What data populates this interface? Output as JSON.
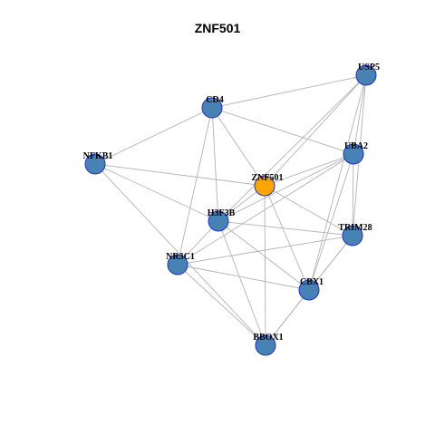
{
  "title": "ZNF501",
  "colors": {
    "node_fill": "#4682b4",
    "center_fill": "#ffa500",
    "node_border": "#1f2fd0",
    "edge": "#b3b3b3"
  },
  "nodes": [
    {
      "id": "ZNF501",
      "center": true
    },
    {
      "id": "USP5"
    },
    {
      "id": "CD4"
    },
    {
      "id": "UBA2"
    },
    {
      "id": "NFKB1"
    },
    {
      "id": "H3F3B"
    },
    {
      "id": "TRIM28"
    },
    {
      "id": "NR3C1"
    },
    {
      "id": "CBX1"
    },
    {
      "id": "BBOX1"
    }
  ],
  "edges": [
    [
      "USP5",
      "CD4"
    ],
    [
      "USP5",
      "ZNF501"
    ],
    [
      "USP5",
      "UBA2"
    ],
    [
      "USP5",
      "TRIM28"
    ],
    [
      "USP5",
      "H3F3B"
    ],
    [
      "USP5",
      "CBX1"
    ],
    [
      "CD4",
      "UBA2"
    ],
    [
      "CD4",
      "NFKB1"
    ],
    [
      "CD4",
      "ZNF501"
    ],
    [
      "CD4",
      "H3F3B"
    ],
    [
      "CD4",
      "NR3C1"
    ],
    [
      "UBA2",
      "ZNF501"
    ],
    [
      "UBA2",
      "H3F3B"
    ],
    [
      "UBA2",
      "TRIM28"
    ],
    [
      "UBA2",
      "CBX1"
    ],
    [
      "UBA2",
      "NR3C1"
    ],
    [
      "NFKB1",
      "ZNF501"
    ],
    [
      "NFKB1",
      "H3F3B"
    ],
    [
      "NFKB1",
      "BBOX1"
    ],
    [
      "ZNF501",
      "H3F3B"
    ],
    [
      "ZNF501",
      "TRIM28"
    ],
    [
      "ZNF501",
      "CBX1"
    ],
    [
      "ZNF501",
      "BBOX1"
    ],
    [
      "H3F3B",
      "NR3C1"
    ],
    [
      "H3F3B",
      "TRIM28"
    ],
    [
      "H3F3B",
      "CBX1"
    ],
    [
      "H3F3B",
      "BBOX1"
    ],
    [
      "TRIM28",
      "NR3C1"
    ],
    [
      "TRIM28",
      "CBX1"
    ],
    [
      "TRIM28",
      "BBOX1"
    ],
    [
      "NR3C1",
      "CBX1"
    ],
    [
      "NR3C1",
      "BBOX1"
    ],
    [
      "CBX1",
      "BBOX1"
    ]
  ]
}
